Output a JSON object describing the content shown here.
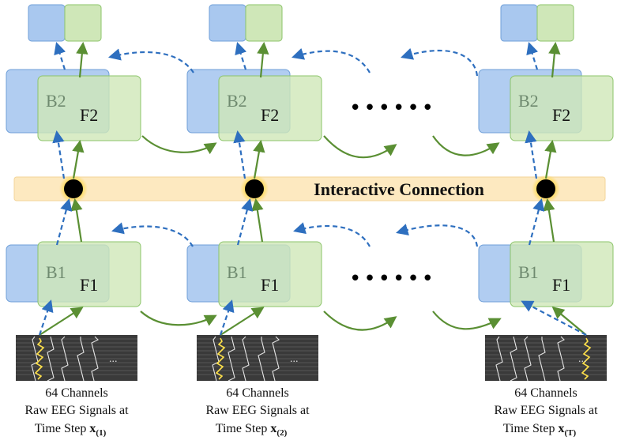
{
  "colors": {
    "blue_fill": "#a9c8ef",
    "green_fill": "#cfe7b8",
    "blue_stroke": "#6f9fd8",
    "green_stroke": "#8cc46a",
    "green_arrow": "#5a8f33",
    "blue_arrow": "#2e6fbf",
    "band": "#fde9c0",
    "eeg_bg": "#3a3a3a",
    "eeg_highlight": "#ffe14a"
  },
  "connection_label": "Interactive Connection",
  "ellipsis_top": "••••••",
  "ellipsis_bottom": "••••••",
  "blocks": [
    {
      "b_upper": "B2",
      "f_upper": "F2",
      "b_lower": "B1",
      "f_lower": "F1",
      "caption_line1": "64 Channels",
      "caption_line2": "Raw EEG Signals at",
      "caption_line3": "Time Step",
      "x_symbol": "x",
      "x_index": "(1)"
    },
    {
      "b_upper": "B2",
      "f_upper": "F2",
      "b_lower": "B1",
      "f_lower": "F1",
      "caption_line1": "64 Channels",
      "caption_line2": "Raw EEG Signals at",
      "caption_line3": "Time Step",
      "x_symbol": "x",
      "x_index": "(2)"
    },
    {
      "b_upper": "B2",
      "f_upper": "F2",
      "b_lower": "B1",
      "f_lower": "F1",
      "caption_line1": "64 Channels",
      "caption_line2": "Raw EEG Signals at",
      "caption_line3": "Time Step",
      "x_symbol": "x",
      "x_index": "(T)"
    }
  ],
  "eeg_ellipsis": "..."
}
